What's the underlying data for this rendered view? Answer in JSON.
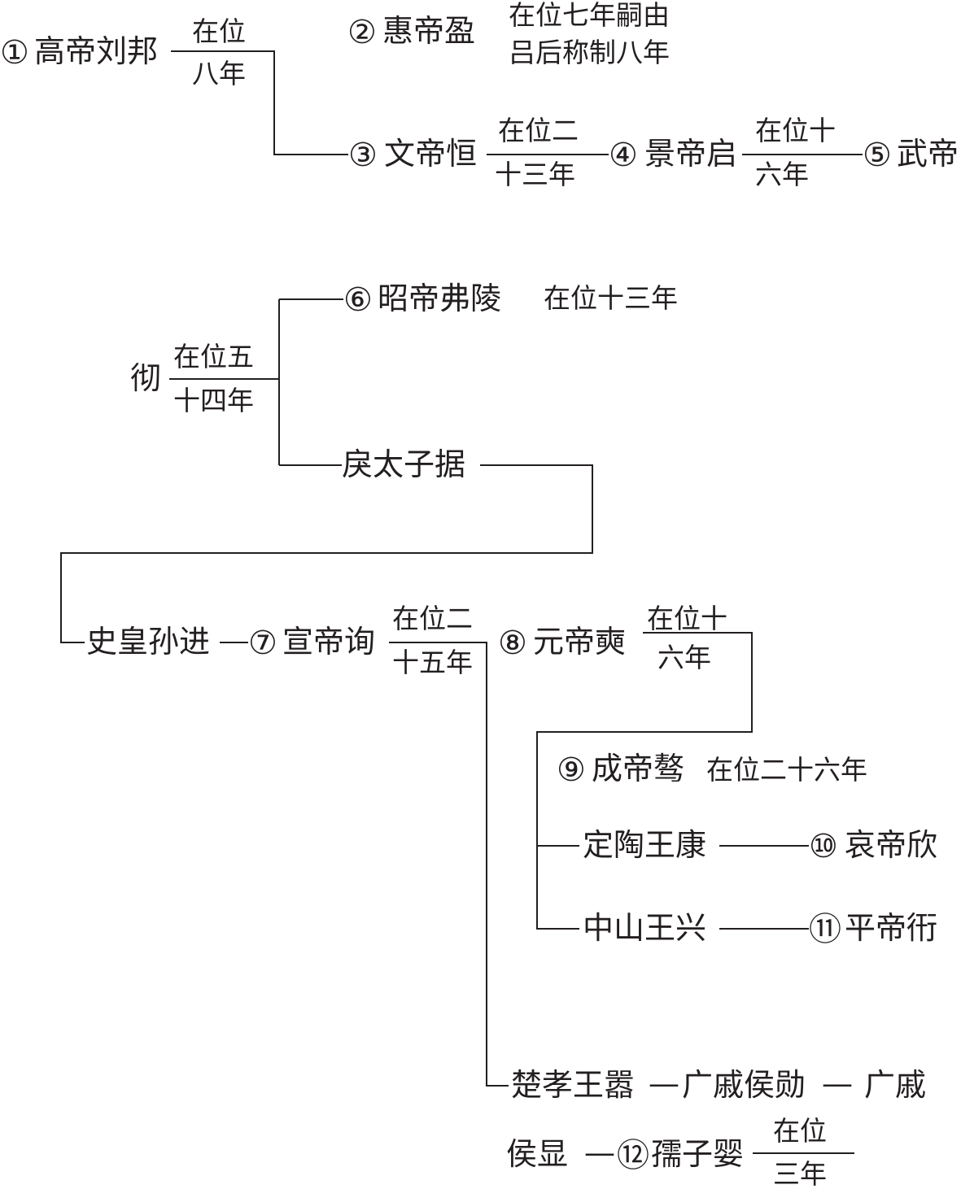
{
  "nodes": {
    "gaodi": {
      "num": "①",
      "name": "高帝刘邦"
    },
    "huidi": {
      "num": "②",
      "name": "惠帝盈"
    },
    "wendi": {
      "num": "③",
      "name": "文帝恒"
    },
    "jingdi": {
      "num": "④",
      "name": "景帝启"
    },
    "wudi": {
      "num": "⑤",
      "name": "武帝"
    },
    "che": {
      "name": "彻"
    },
    "zhaodi": {
      "num": "⑥",
      "name": "昭帝弗陵"
    },
    "lijuzi": {
      "name": "戾太子据"
    },
    "shihuangsun": {
      "name": "史皇孙进"
    },
    "xuandi": {
      "num": "⑦",
      "name": "宣帝询"
    },
    "yuandi": {
      "num": "⑧",
      "name": "元帝奭"
    },
    "chengdi": {
      "num": "⑨",
      "name": "成帝骜"
    },
    "dingtao": {
      "name": "定陶王康"
    },
    "aidi": {
      "num": "⑩",
      "name": "哀帝欣"
    },
    "zhongshan": {
      "name": "中山王兴"
    },
    "pingdi": {
      "num": "⑪",
      "name": "平帝衎"
    },
    "chuxiao": {
      "name": "楚孝王嚣"
    },
    "guangqi1": {
      "name": "广戚侯勋"
    },
    "guangqi2": {
      "name": "广戚"
    },
    "houxian": {
      "name": "侯显"
    },
    "ruzi": {
      "num": "⑫",
      "name": "孺子婴"
    }
  },
  "reigns": {
    "gaodi": {
      "top": "在位",
      "bottom": "八年"
    },
    "huidi": {
      "line1": "在位七年嗣由",
      "line2": "吕后称制八年"
    },
    "wendi": {
      "top": "在位二",
      "bottom": "十三年"
    },
    "jingdi": {
      "top": "在位十",
      "bottom": "六年"
    },
    "che": {
      "top": "在位五",
      "bottom": "十四年"
    },
    "zhaodi": {
      "text": "在位十三年"
    },
    "xuandi": {
      "top": "在位二",
      "bottom": "十五年"
    },
    "yuandi": {
      "top": "在位十",
      "bottom": "六年"
    },
    "chengdi": {
      "text": "在位二十六年"
    },
    "ruzi": {
      "top": "在位",
      "bottom": "三年"
    }
  },
  "connectors": {
    "dash": "—"
  },
  "colors": {
    "ink": "#231f20",
    "background": "#ffffff"
  }
}
